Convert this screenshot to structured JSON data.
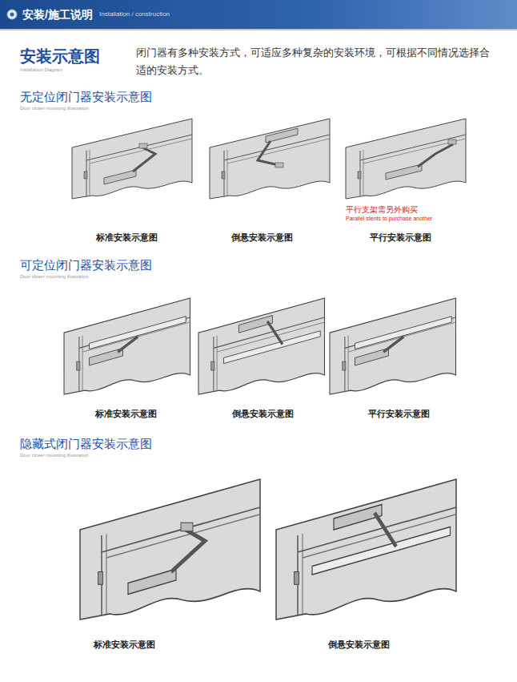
{
  "diagram": {
    "title": "安装/施工说明",
    "labels": [
      "Installation / construction",
      "安装示意图",
      "Installation Diagram",
      "闭门器有多种安装方式，可适应多种复杂的安装环境，可根据不同情况选择合适的安装方式。",
      "无定位闭门器安装示意图",
      "Door closer mounting illustration",
      "标准安装示意图",
      "倒悬安装示意图",
      "平行支架需另外购买",
      "Parallel stents to purchase another",
      "平行安装示意图",
      "可定位闭门器安装示意图",
      "Door closer mounting illustration",
      "标准安装示意图",
      "倒悬安装示意图",
      "平行安装示意图",
      "隐藏式闭门器安装示意图",
      "Door closer mounting illustration",
      "标准安装示意图",
      "倒悬安装示意图"
    ]
  }
}
